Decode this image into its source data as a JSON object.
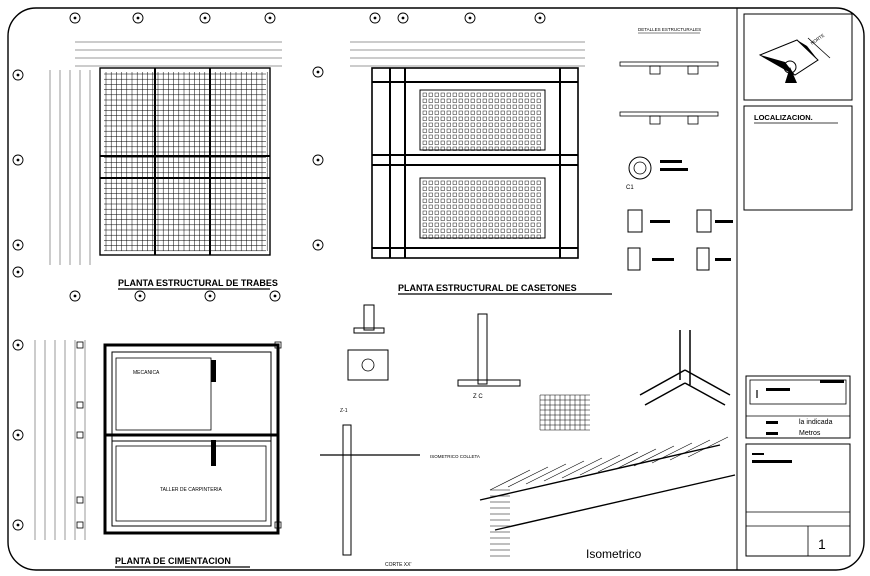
{
  "drawing": {
    "plans": {
      "trabes_title": "PLANTA ESTRUCTURAL DE TRABES",
      "casetones_title": "PLANTA ESTRUCTURAL DE CASETONES",
      "cimentacion_title": "PLANTA DE CIMENTACION"
    },
    "rooms": {
      "mecanica": "MECANICA",
      "taller": "TALLER DE CARPINTERIA"
    },
    "details": {
      "heading": "DETALLES ESTRUCTURALES",
      "column_tag": "C1",
      "zc_tag": "Z C",
      "z1_tag": "Z-1",
      "isometric_small": "ISOMETRICO COLLETA",
      "corte_label": "CORTE XX'",
      "isometric_title": "Isometrico"
    },
    "title_block": {
      "north_label": "NORTE",
      "localizacion": "LOCALIZACION.",
      "escala": "la indicada",
      "unidades": "Metros",
      "sheet_number": "1"
    }
  }
}
